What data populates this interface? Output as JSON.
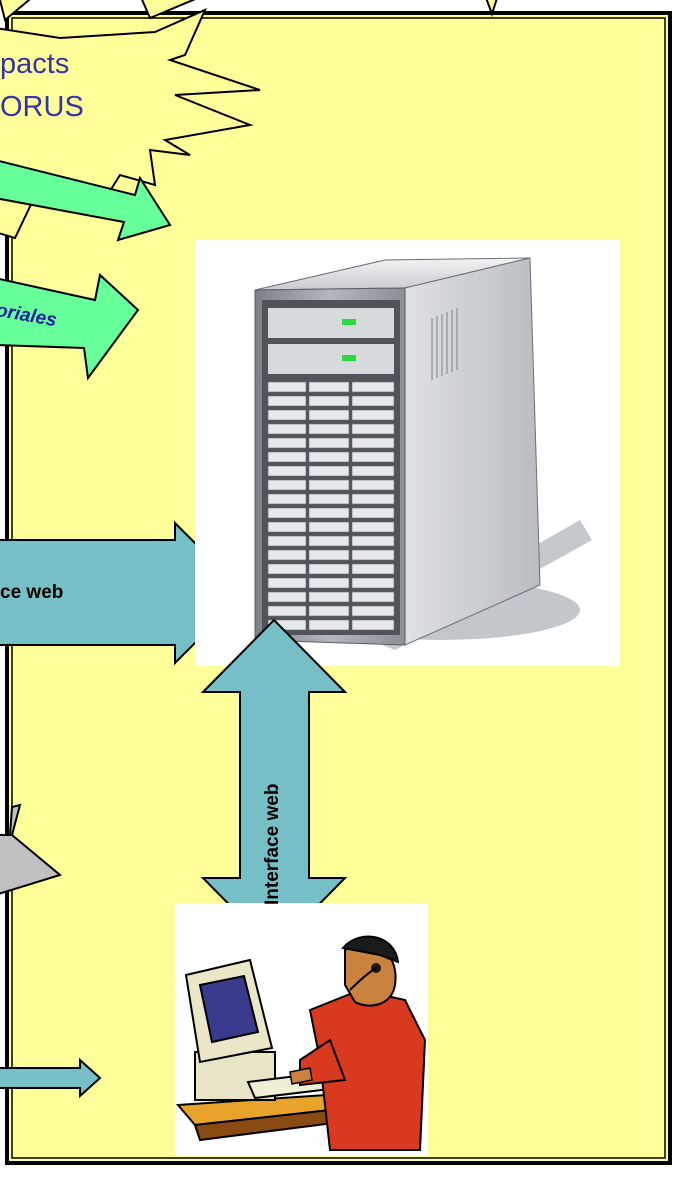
{
  "bubble": {
    "line1": "pacts",
    "line2": "ORUS"
  },
  "arrow_green_label": "oriales",
  "arrow_web_label": "ce web",
  "vertical_arrow_label": "Interface web",
  "colors": {
    "panel": "#ffff99",
    "green_arrow": "#66ff99",
    "teal_arrow": "#77bfc7",
    "bubble_text": "#3434a8",
    "callout": "#c0c0c0"
  },
  "icons": [
    "server-tower-icon",
    "operator-at-computer-icon"
  ]
}
